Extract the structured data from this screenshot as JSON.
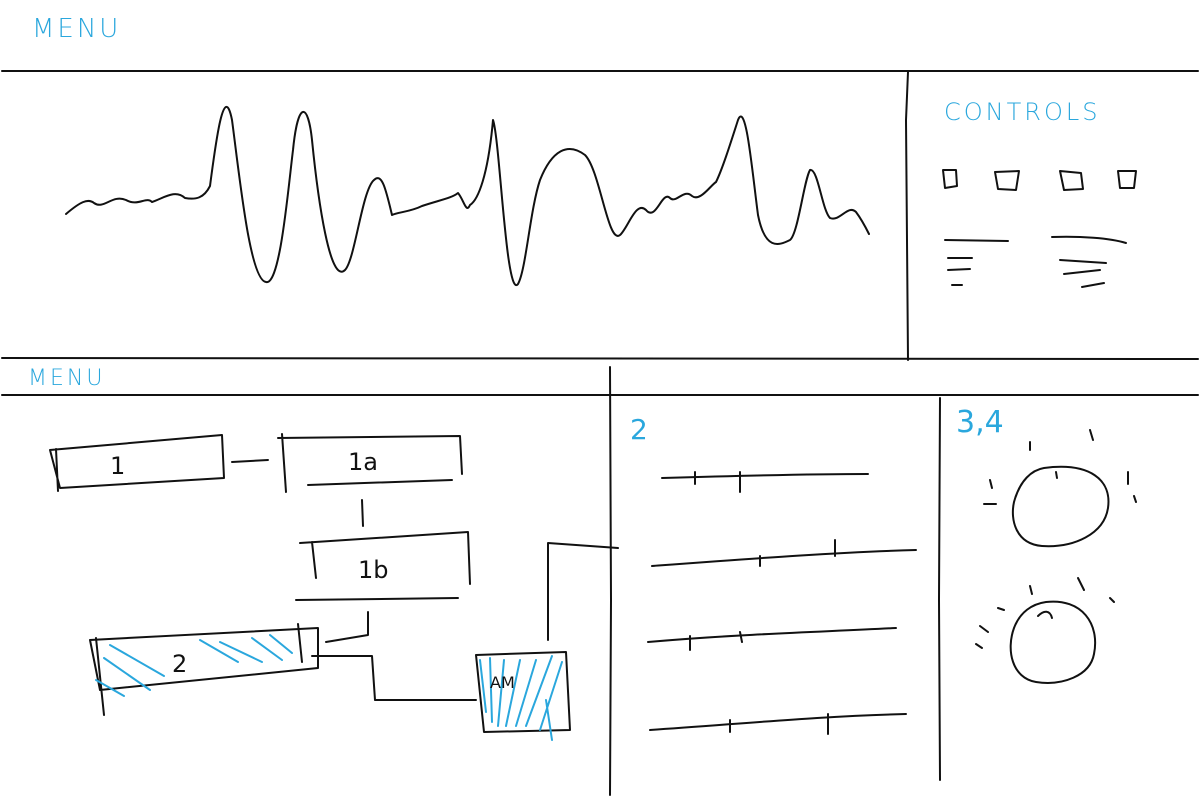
{
  "colors": {
    "ink": "#111111",
    "annotation": "#2aa7dd"
  },
  "top_panel": {
    "menu_label": "MENU",
    "controls_label": "CONTROLS"
  },
  "bottom_panel": {
    "menu_label": "MENU",
    "sliders_label": "2",
    "knobs_label": "3,4"
  },
  "nodes": {
    "n1": "1",
    "n1a": "1a",
    "n1b": "1b",
    "n2": "2",
    "nam": "AM"
  },
  "icons": [
    "waveform",
    "control-box",
    "slider",
    "knob"
  ]
}
